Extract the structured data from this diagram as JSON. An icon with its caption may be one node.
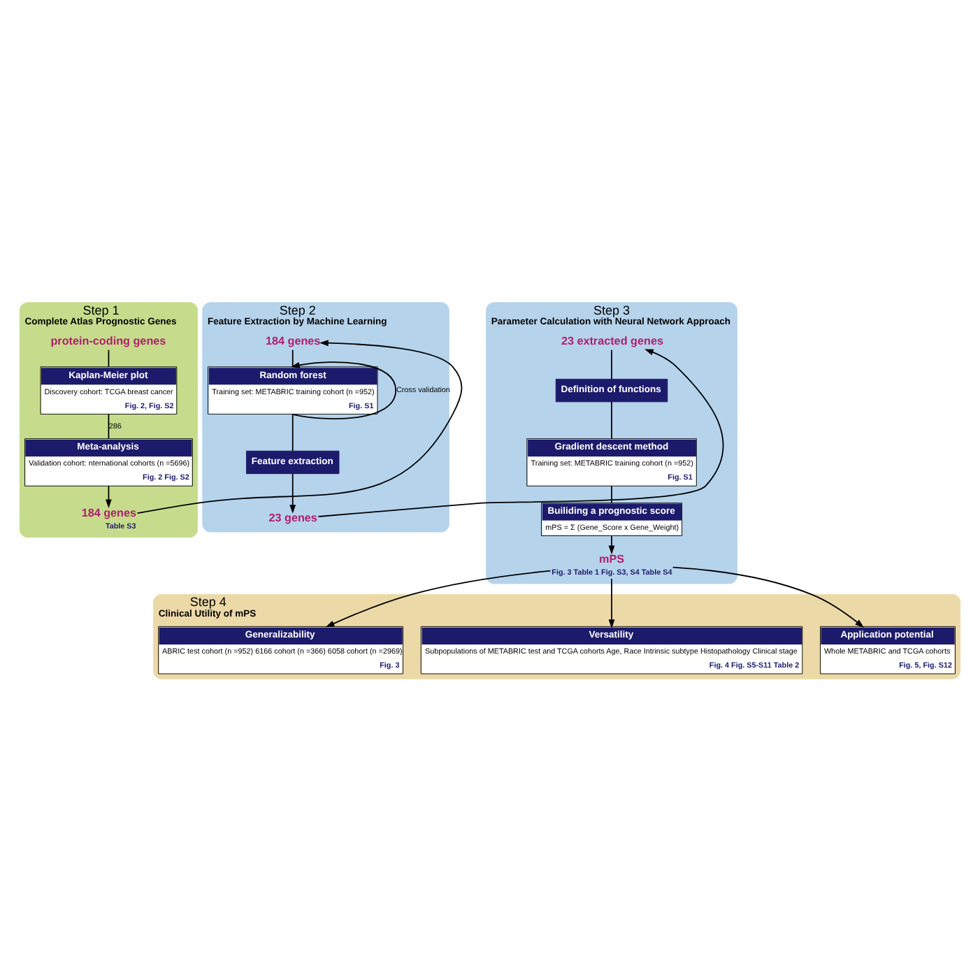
{
  "diagram": {
    "nodes": [
      {
        "text": [
          "Step 1",
          "Complete Atlas Prognostic Genes"
        ]
      },
      {
        "text": [
          "protein-coding genes"
        ],
        "in": 0
      },
      {
        "text": [
          "Kaplan-Meier plot",
          "Discovery cohort: TCGA breast cancer",
          "Fig. 2, Fig. S2"
        ],
        "in": 0
      },
      {
        "text": [
          "Meta-analysis",
          "Validation cohort: nternational cohorts (n =5696)",
          "Fig. 2 Fig. S2"
        ],
        "in": 0
      },
      {
        "text": [
          "184 genes"
        ],
        "beside": [
          "Table S3"
        ],
        "in": 0
      },
      {
        "text": [
          "Step 2",
          "Feature Extraction by Machine Learning"
        ]
      },
      {
        "text": [
          "184 genes"
        ],
        "in": 5
      },
      {
        "text": [
          "Random forest",
          "Training set: METABRIC training cohort (n =952)",
          "Fig. S1"
        ],
        "in": 5
      },
      {
        "text": [
          "Feature extraction"
        ],
        "in": 5
      },
      {
        "text": [
          "23 genes"
        ],
        "in": 5
      },
      {
        "text": [
          "Step 3",
          "Parameter Calculation with Neural Network Approach"
        ]
      },
      {
        "text": [
          "23 extracted genes"
        ],
        "in": 10
      },
      {
        "text": [
          "Definition of functions"
        ],
        "in": 10
      },
      {
        "text": [
          "Gradient descent method",
          "Training set: METABRIC training cohort (n =952)",
          "Fig. S1"
        ],
        "in": 10
      },
      {
        "text": [
          "Builiding a prognostic score",
          "mPS = Σ (Gene_Score x Gene_Weight)"
        ],
        "in": 10
      },
      {
        "text": [
          "mPS"
        ],
        "beside": [
          "Fig. 3 Table 1 Fig. S3, S4 Table S4"
        ],
        "in": 10
      },
      {
        "text": [
          "Step 4",
          "Clinical Utility of mPS"
        ]
      },
      {
        "text": [
          "Generalizability",
          "ABRIC test cohort (n =952) 6166 cohort (n =366) 6058 cohort (n =2969)",
          "Fig. 3"
        ],
        "in": 16
      },
      {
        "text": [
          "Versatility",
          "Subpopulations of METABRIC test and TCGA cohorts Age, Race Intrinsic subtype Histopathology Clinical stage",
          "Fig. 4 Fig. S5-S11 Table 2"
        ],
        "in": 16
      },
      {
        "text": [
          "Application potential",
          "Whole METABRIC and TCGA cohorts",
          "Fig. 5, Fig. S12"
        ],
        "in": 16
      }
    ],
    "edges": [
      {
        "from": 1,
        "to": 2,
        "arrow": "none"
      },
      {
        "from": 2,
        "to": 3,
        "arrow": "none",
        "label": "286"
      },
      {
        "from": 3,
        "to": 4,
        "arrow": "to"
      },
      {
        "from": 4,
        "to": 6,
        "arrow": "to"
      },
      {
        "from": 6,
        "to": 7,
        "arrow": "none"
      },
      {
        "from": 7,
        "to": 8,
        "arrow": "none"
      },
      {
        "from": 7,
        "to": 7,
        "arrow": "to",
        "label": "Cross validation"
      },
      {
        "from": 8,
        "to": 9,
        "arrow": "to"
      },
      {
        "from": 9,
        "to": 11,
        "arrow": "to"
      },
      {
        "from": 11,
        "to": 12,
        "arrow": "none"
      },
      {
        "from": 12,
        "to": 13,
        "arrow": "none"
      },
      {
        "from": 13,
        "to": 14,
        "arrow": "none"
      },
      {
        "from": 14,
        "to": 15,
        "arrow": "to"
      },
      {
        "from": 15,
        "to": 17,
        "arrow": "to"
      },
      {
        "from": 15,
        "to": 18,
        "arrow": "to"
      },
      {
        "from": 15,
        "to": 19,
        "arrow": "to"
      }
    ]
  }
}
